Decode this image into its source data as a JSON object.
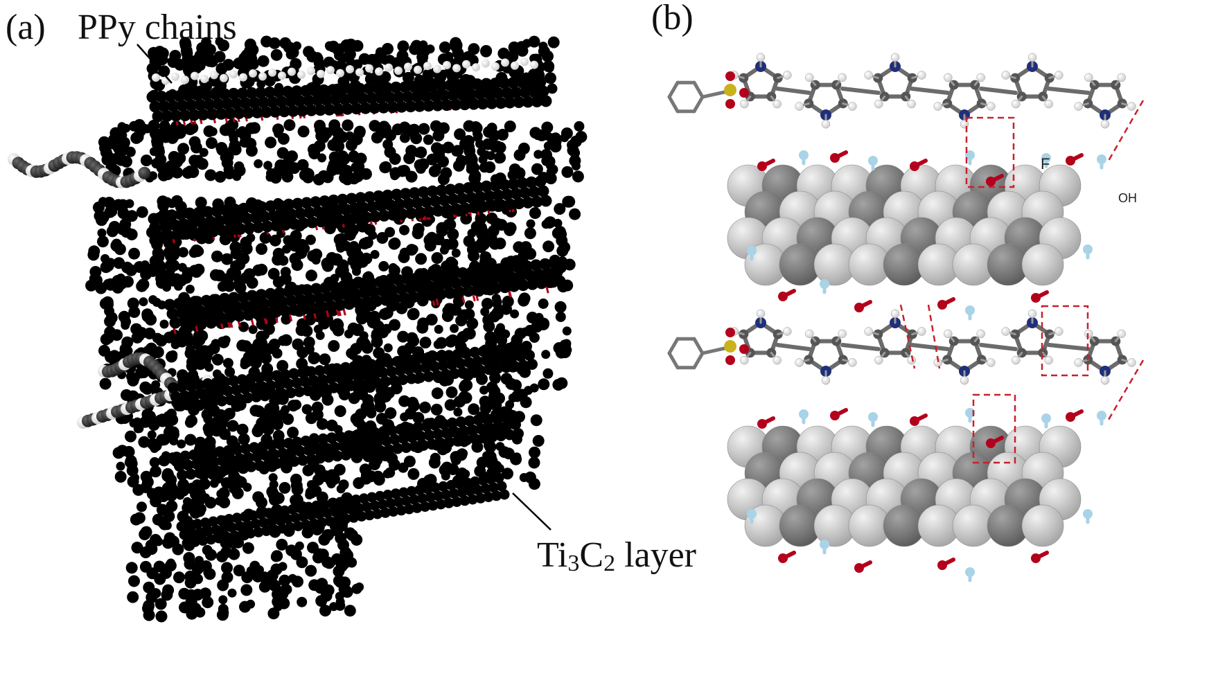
{
  "panel_a": {
    "label": "(a)",
    "callouts": {
      "ppy": "PPy chains",
      "ti3c2_prefix": "Ti",
      "ti3c2_sub1": "3",
      "ti3c2_mid": "C",
      "ti3c2_sub2": "2",
      "ti3c2_suffix": " layer"
    }
  },
  "panel_b": {
    "label": "(b)",
    "atom_labels": {
      "fluorine": "F",
      "hydroxyl": "OH"
    }
  },
  "colors": {
    "ti_sphere": "#8a93b8",
    "carbon": "#3a3a3a",
    "hydrogen": "#ffffff",
    "dopant_orange": "#d98b4a",
    "oxygen": "#b3001b",
    "nitrogen": "#1f2f7a",
    "sulfur": "#c9b21c",
    "fluorine": "#a9d3e6",
    "layer_light": "#cfcfcf",
    "layer_dark": "#8d8d8d",
    "hbond_dash": "#c8202a"
  }
}
